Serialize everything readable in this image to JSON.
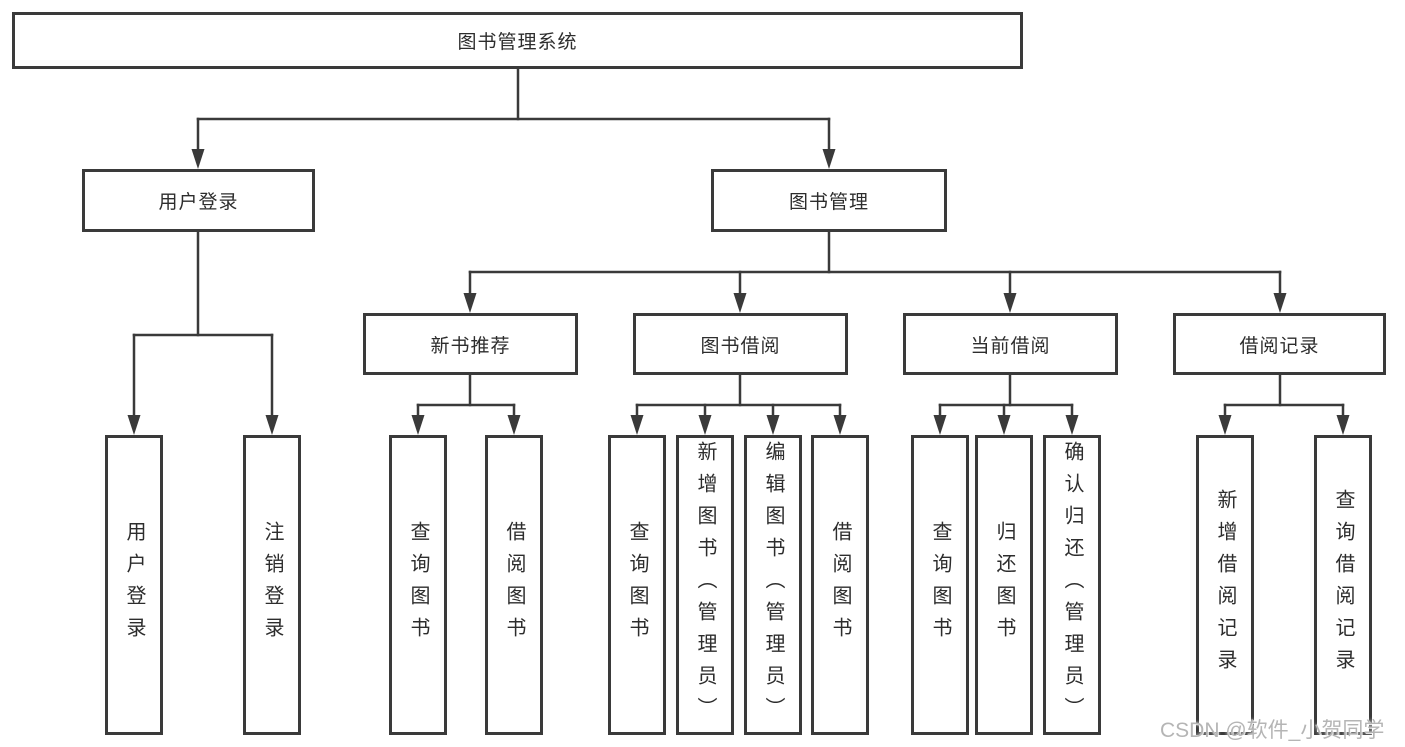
{
  "diagram": {
    "root": "图书管理系统",
    "level2": {
      "user_login": "用户登录",
      "book_management": "图书管理"
    },
    "level3": {
      "new_book_recommend": "新书推荐",
      "book_borrow": "图书借阅",
      "current_borrow": "当前借阅",
      "borrow_record": "借阅记录"
    },
    "leaves": {
      "user_login": [
        "用户登录",
        "注销登录"
      ],
      "new_book_recommend": [
        "查询图书",
        "借阅图书"
      ],
      "book_borrow": [
        "查询图书",
        "新增图书（管理员）",
        "编辑图书（管理员）",
        "借阅图书"
      ],
      "current_borrow": [
        "查询图书",
        "归还图书",
        "确认归还（管理员）"
      ],
      "borrow_record": [
        "新增借阅记录",
        "查询借阅记录"
      ]
    }
  },
  "colors": {
    "line": "#3a3a3a",
    "box_border": "#3a3a3a",
    "text": "#2d2d2d",
    "watermark": "#b5b5b5",
    "background": "#ffffff"
  },
  "watermark": "CSDN @软件_小贺同学"
}
